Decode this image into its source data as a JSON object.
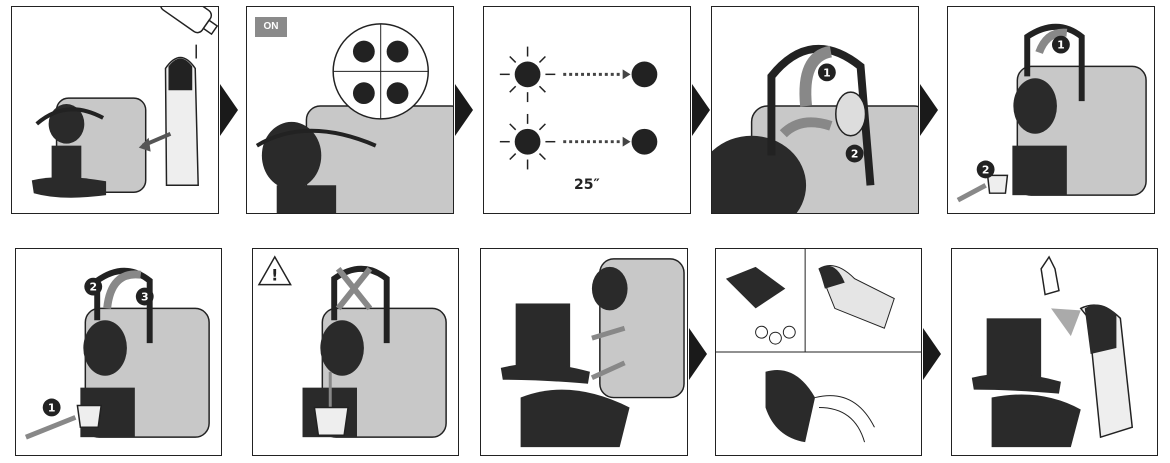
{
  "panels": [
    {
      "id": 1,
      "step": "fill-water-tank"
    },
    {
      "id": 2,
      "step": "power-on",
      "badge": "ON"
    },
    {
      "id": 3,
      "step": "program-cup-volume",
      "time": "25″"
    },
    {
      "id": 4,
      "step": "lift-lever-insert-capsule",
      "markers": [
        "1",
        "2"
      ]
    },
    {
      "id": 5,
      "step": "close-lever-place-cup",
      "markers": [
        "1",
        "2"
      ]
    },
    {
      "id": 6,
      "step": "remove-cup-eject-capsule",
      "markers": [
        "1",
        "2",
        "3"
      ]
    },
    {
      "id": 7,
      "step": "warning-do-not-lift-lever"
    },
    {
      "id": 8,
      "step": "disassemble-parts"
    },
    {
      "id": 9,
      "step": "clean-parts"
    },
    {
      "id": 10,
      "step": "reassemble-parts"
    }
  ],
  "colors": {
    "machine_body": "#c8c8c8",
    "machine_dark": "#2a2a2a",
    "badge_bg": "#8a8a8a",
    "line": "#222222"
  }
}
